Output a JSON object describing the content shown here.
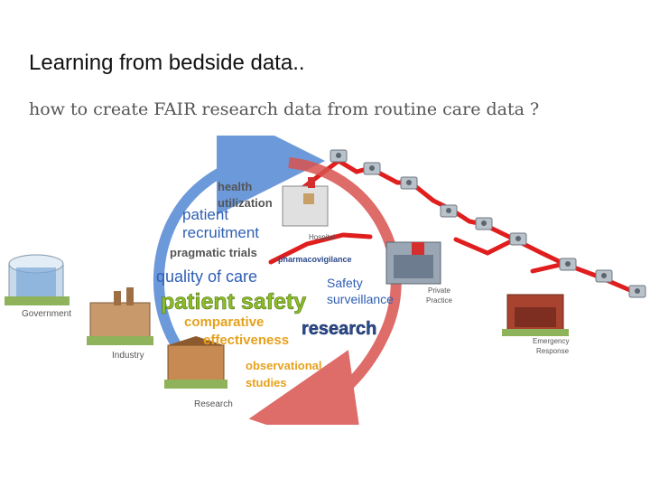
{
  "slide": {
    "title": "Learning from bedside data..",
    "subtitle": "how to create FAIR research data from routine care data ?"
  },
  "buildings": {
    "hospital": "Hospital",
    "government": "Government",
    "industry": "Industry",
    "research": "Research",
    "private_practice_1": "Private",
    "private_practice_2": "Practice",
    "emergency_1": "Emergency",
    "emergency_2": "Response"
  },
  "cycle_labels": {
    "health": "health",
    "utilization": "utilization",
    "patient": "patient",
    "recruitment": "recruitment",
    "pragmatic_trials": "pragmatic trials",
    "pharmacovigilance": "pharmacovigilance",
    "quality_of_care": "quality of care",
    "safety": "Safety",
    "surveillance": "surveillance",
    "patient_safety": "patient safety",
    "comparative": "comparative",
    "effectiveness": "effectiveness",
    "research": "research",
    "observational": "observational",
    "studies": "studies"
  },
  "colors": {
    "blue_arrow": "#5b8fd6",
    "red_arrow": "#d9534f",
    "pipeline": "#e01e1e",
    "label_blue": "#2f5fb3",
    "label_gray": "#555555",
    "label_green": "#8cbf26",
    "label_orange": "#e6a11c",
    "label_navy": "#2c4a8c"
  }
}
